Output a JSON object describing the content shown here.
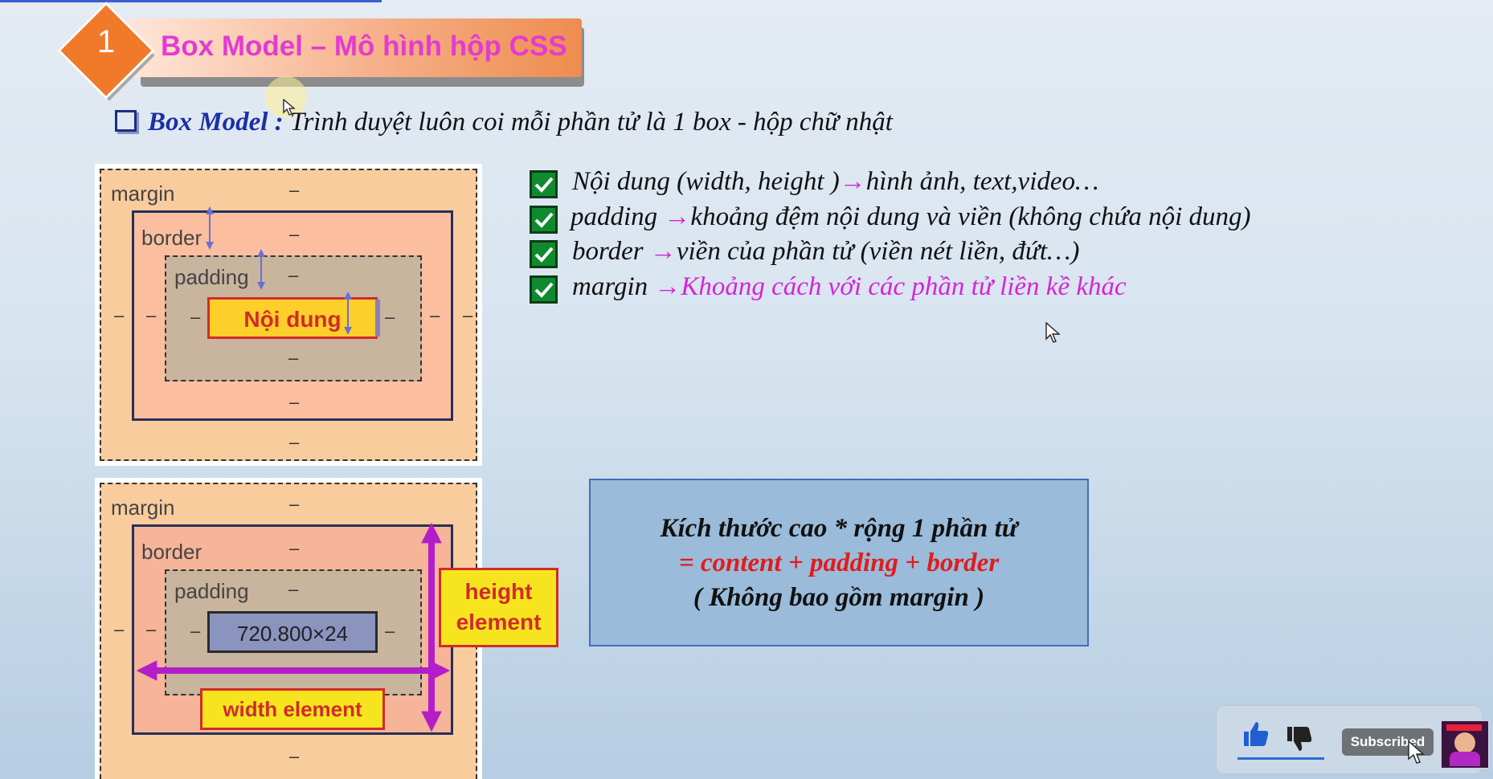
{
  "title": {
    "number": "1",
    "text": "Box Model – Mô hình hộp CSS"
  },
  "subtitle": {
    "highlight": "Box Model :",
    "text": " Trình duyệt luôn coi mỗi phần tử là 1 box -  hộp chữ nhật"
  },
  "diagram1": {
    "margin_label": "margin",
    "border_label": "border",
    "padding_label": "padding",
    "content_label": "Nội dung",
    "dash": "–"
  },
  "diagram2": {
    "margin_label": "margin",
    "border_label": "border",
    "padding_label": "padding",
    "content_label": "720.800×24",
    "height_tag_line1": "height",
    "height_tag_line2": "element",
    "width_tag": "width element",
    "dash": "–"
  },
  "checklist": [
    {
      "term": "Nội dung (width, height )",
      "arrow": "→",
      "desc": "hình ảnh, text,video…"
    },
    {
      "term": "padding ",
      "arrow": "→",
      "desc": "khoảng đệm nội dung và viền (không chứa nội dung)"
    },
    {
      "term": "border ",
      "arrow": "→",
      "desc": "viền của phần tử (viền nét liền, đứt…)"
    },
    {
      "term": "margin ",
      "arrow": "→",
      "desc": "Khoảng cách với các phần tử liền kề khác"
    }
  ],
  "formula": {
    "line1": "Kích thước cao * rộng 1 phần tử",
    "line2": "= content + padding + border",
    "line3": "( Không bao gồm margin )"
  },
  "youtube": {
    "subscribe_label": "Subscribed",
    "like_icon": "thumbs-up-icon",
    "dislike_icon": "thumbs-down-icon"
  },
  "colors": {
    "accent_pink": "#d425d6",
    "accent_orange": "#f07a2a",
    "formula_red": "#e01c1c",
    "check_green": "#108a2e"
  }
}
